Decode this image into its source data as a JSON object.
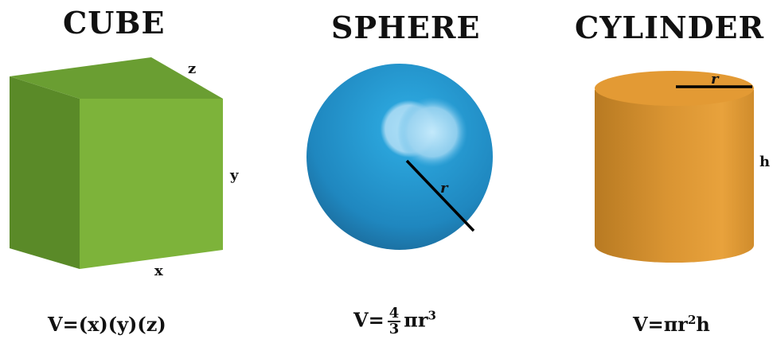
{
  "cube": {
    "title": "CUBE",
    "label_x": "x",
    "label_y": "y",
    "label_z": "z",
    "formula": "V=(x)(y)(z)"
  },
  "sphere": {
    "title": "SPHERE",
    "label_r": "r",
    "formula_prefix": "V=",
    "frac_num": "4",
    "frac_den": "3",
    "formula_suffix": "πr",
    "exponent": "3"
  },
  "cylinder": {
    "title": "CYLINDER",
    "label_r": "r",
    "label_h": "h",
    "formula_prefix": "V=πr",
    "exponent": "2",
    "formula_suffix": "h"
  },
  "colors": {
    "cube_front": "#7db33a",
    "cube_top": "#6a9e32",
    "cube_side": "#5a8a28",
    "sphere_light": "#aee0f7",
    "sphere_mid": "#2aa3da",
    "sphere_dark": "#1b6a9a",
    "cylinder_light": "#e8a23c",
    "cylinder_dark": "#b87a22",
    "cylinder_top": "#e39a34"
  }
}
